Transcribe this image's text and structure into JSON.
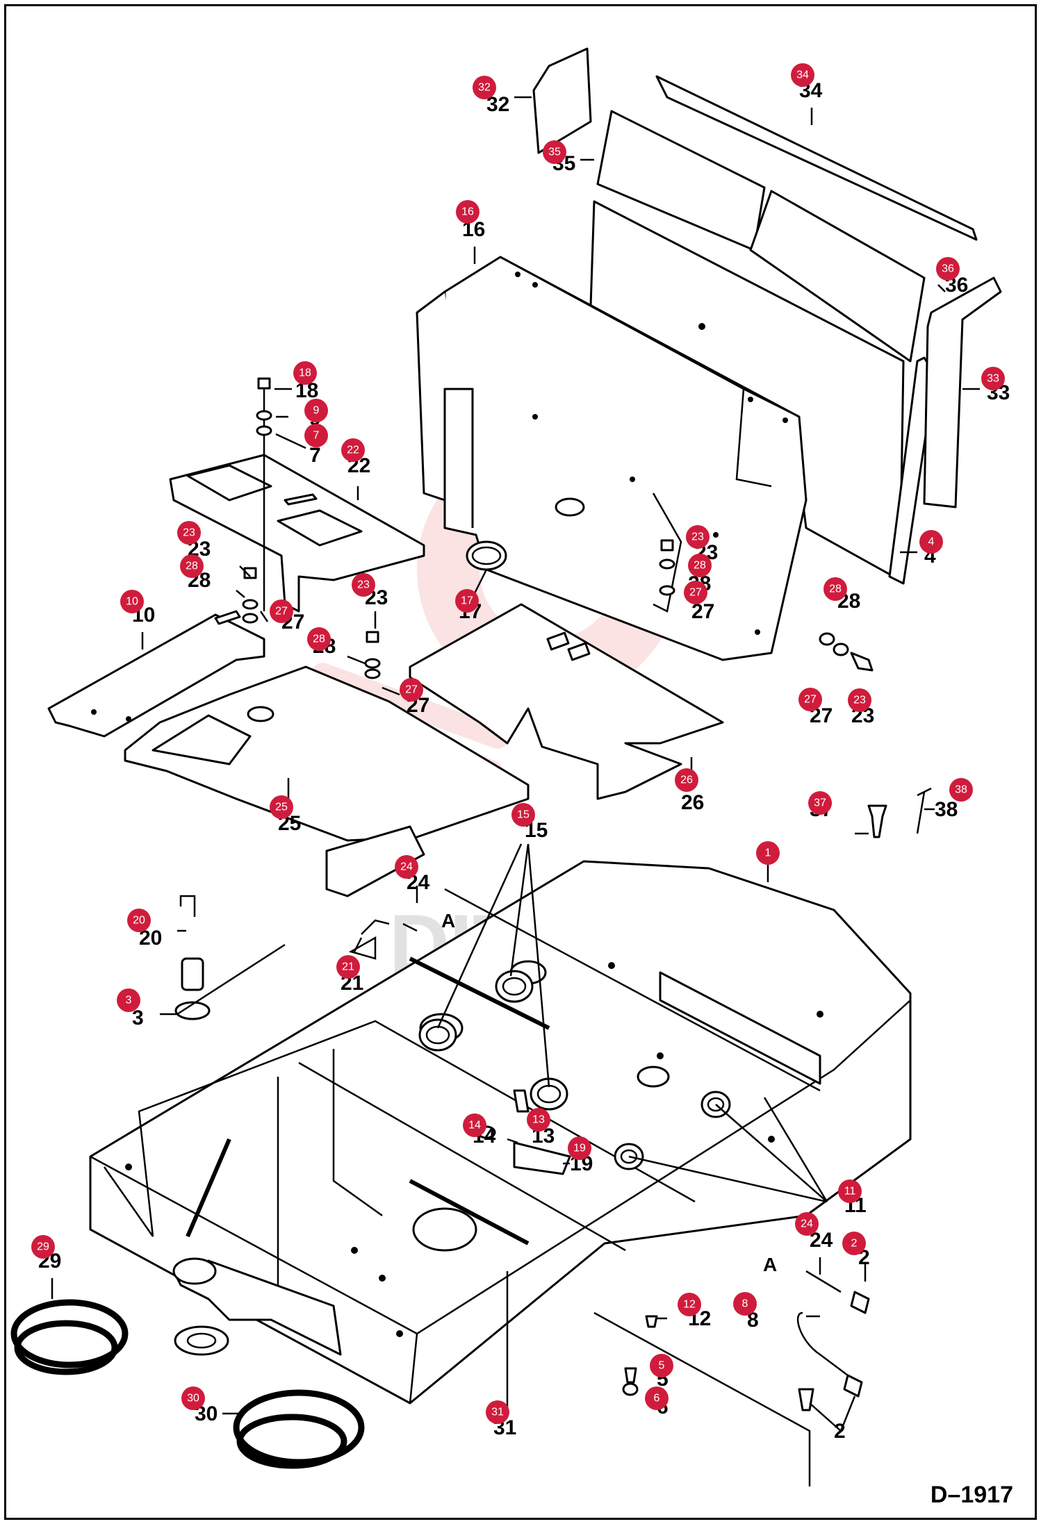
{
  "drawing_id": "D–1917",
  "watermark": "DITEX",
  "section_letters": [
    "A",
    "A"
  ],
  "colors": {
    "badge": "#d01c3c",
    "ink": "#000000",
    "watermark": "#e23b3b"
  },
  "callouts": [
    {
      "label": "1"
    },
    {
      "label": "2"
    },
    {
      "label": "3"
    },
    {
      "label": "4"
    },
    {
      "label": "5"
    },
    {
      "label": "6"
    },
    {
      "label": "7"
    },
    {
      "label": "8"
    },
    {
      "label": "9"
    },
    {
      "label": "10"
    },
    {
      "label": "11"
    },
    {
      "label": "12"
    },
    {
      "label": "13"
    },
    {
      "label": "14"
    },
    {
      "label": "15"
    },
    {
      "label": "16"
    },
    {
      "label": "17"
    },
    {
      "label": "18"
    },
    {
      "label": "19"
    },
    {
      "label": "20"
    },
    {
      "label": "21"
    },
    {
      "label": "22"
    },
    {
      "label": "23"
    },
    {
      "label": "24"
    },
    {
      "label": "25"
    },
    {
      "label": "26"
    },
    {
      "label": "27"
    },
    {
      "label": "28"
    },
    {
      "label": "29"
    },
    {
      "label": "30"
    },
    {
      "label": "31"
    },
    {
      "label": "32"
    },
    {
      "label": "33"
    },
    {
      "label": "34"
    },
    {
      "label": "35"
    },
    {
      "label": "36"
    },
    {
      "label": "37"
    },
    {
      "label": "38"
    }
  ]
}
